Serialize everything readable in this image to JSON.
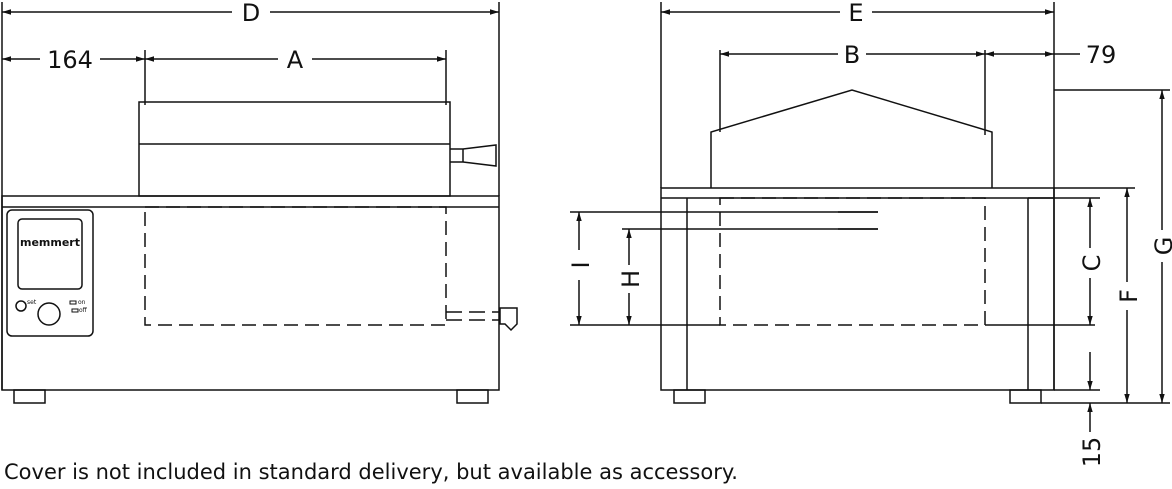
{
  "front_view": {
    "dim_labels": {
      "overall_width": "D",
      "offset_left": "164",
      "bath_width": "A"
    },
    "control_panel": {
      "brand": "memmert",
      "button_set": "set",
      "switch_on": "on",
      "switch_off": "off"
    }
  },
  "side_view": {
    "dim_labels": {
      "overall_width": "E",
      "bath_width": "B",
      "offset_right": "79",
      "height_total_cover": "G",
      "height_total": "F",
      "bath_depth": "C",
      "level_i": "I",
      "level_h": "H",
      "feet_height": "15"
    }
  },
  "caption": "Cover is not included in standard delivery, but available as accessory."
}
